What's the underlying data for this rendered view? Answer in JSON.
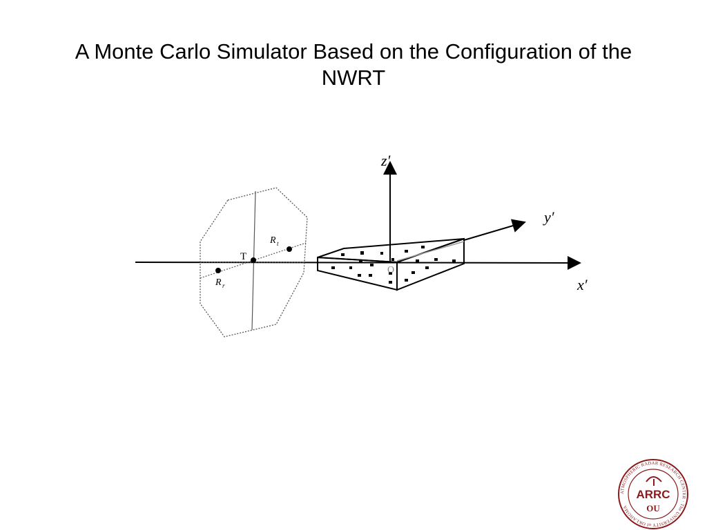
{
  "slide": {
    "title_line1": "A Monte Carlo Simulator Based on the Configuration of the",
    "title_line2": "NWRT"
  },
  "diagram": {
    "labels": {
      "z_axis": "z′",
      "y_axis": "y′",
      "x_axis": "x′",
      "origin": "O",
      "transmitter": "T",
      "rt": "R",
      "rt_sub": "t",
      "rr": "R",
      "rr_sub": "r"
    },
    "colors": {
      "line": "#000000",
      "dotted": "#555555",
      "origin": "#888888"
    }
  },
  "logo": {
    "brand": "ARRC",
    "ring_text": "ATMOSPHERIC RADAR RESEARCH CENTER · The UNIVERSITY of OKLAHOMA",
    "color": "#8b1a1a"
  }
}
